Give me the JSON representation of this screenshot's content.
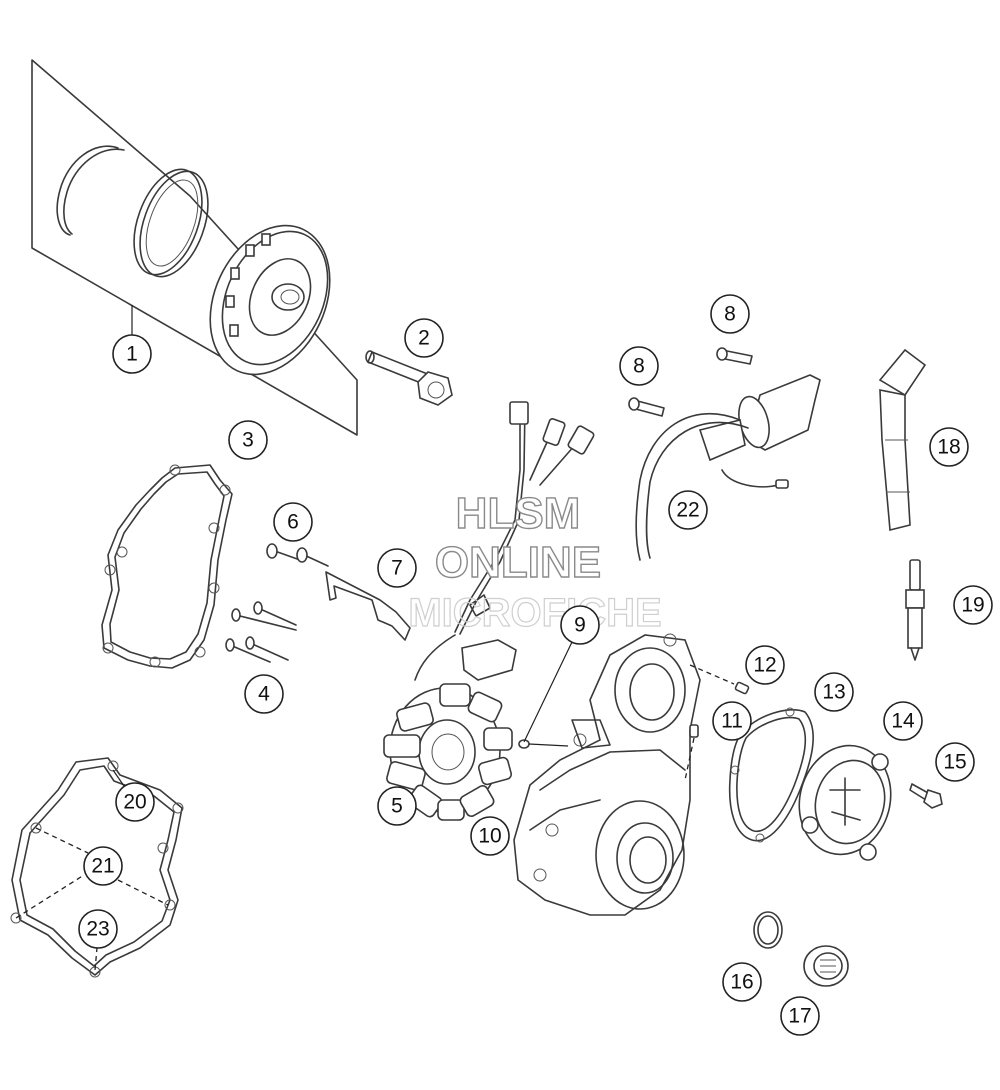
{
  "watermark": {
    "line1": "HLSM",
    "line2": "ONLINE",
    "line3": "MICROFICHE"
  },
  "callouts": [
    {
      "id": "c1",
      "label": "1"
    },
    {
      "id": "c2",
      "label": "2"
    },
    {
      "id": "c3",
      "label": "3"
    },
    {
      "id": "c4",
      "label": "4"
    },
    {
      "id": "c5",
      "label": "5"
    },
    {
      "id": "c6",
      "label": "6"
    },
    {
      "id": "c7",
      "label": "7"
    },
    {
      "id": "c8a",
      "label": "8"
    },
    {
      "id": "c8b",
      "label": "8"
    },
    {
      "id": "c9",
      "label": "9"
    },
    {
      "id": "c10",
      "label": "10"
    },
    {
      "id": "c11",
      "label": "11"
    },
    {
      "id": "c12",
      "label": "12"
    },
    {
      "id": "c13",
      "label": "13"
    },
    {
      "id": "c14",
      "label": "14"
    },
    {
      "id": "c15",
      "label": "15"
    },
    {
      "id": "c16",
      "label": "16"
    },
    {
      "id": "c17",
      "label": "17"
    },
    {
      "id": "c18",
      "label": "18"
    },
    {
      "id": "c19",
      "label": "19"
    },
    {
      "id": "c20",
      "label": "20"
    },
    {
      "id": "c21",
      "label": "21"
    },
    {
      "id": "c22",
      "label": "22"
    },
    {
      "id": "c23",
      "label": "23"
    }
  ]
}
